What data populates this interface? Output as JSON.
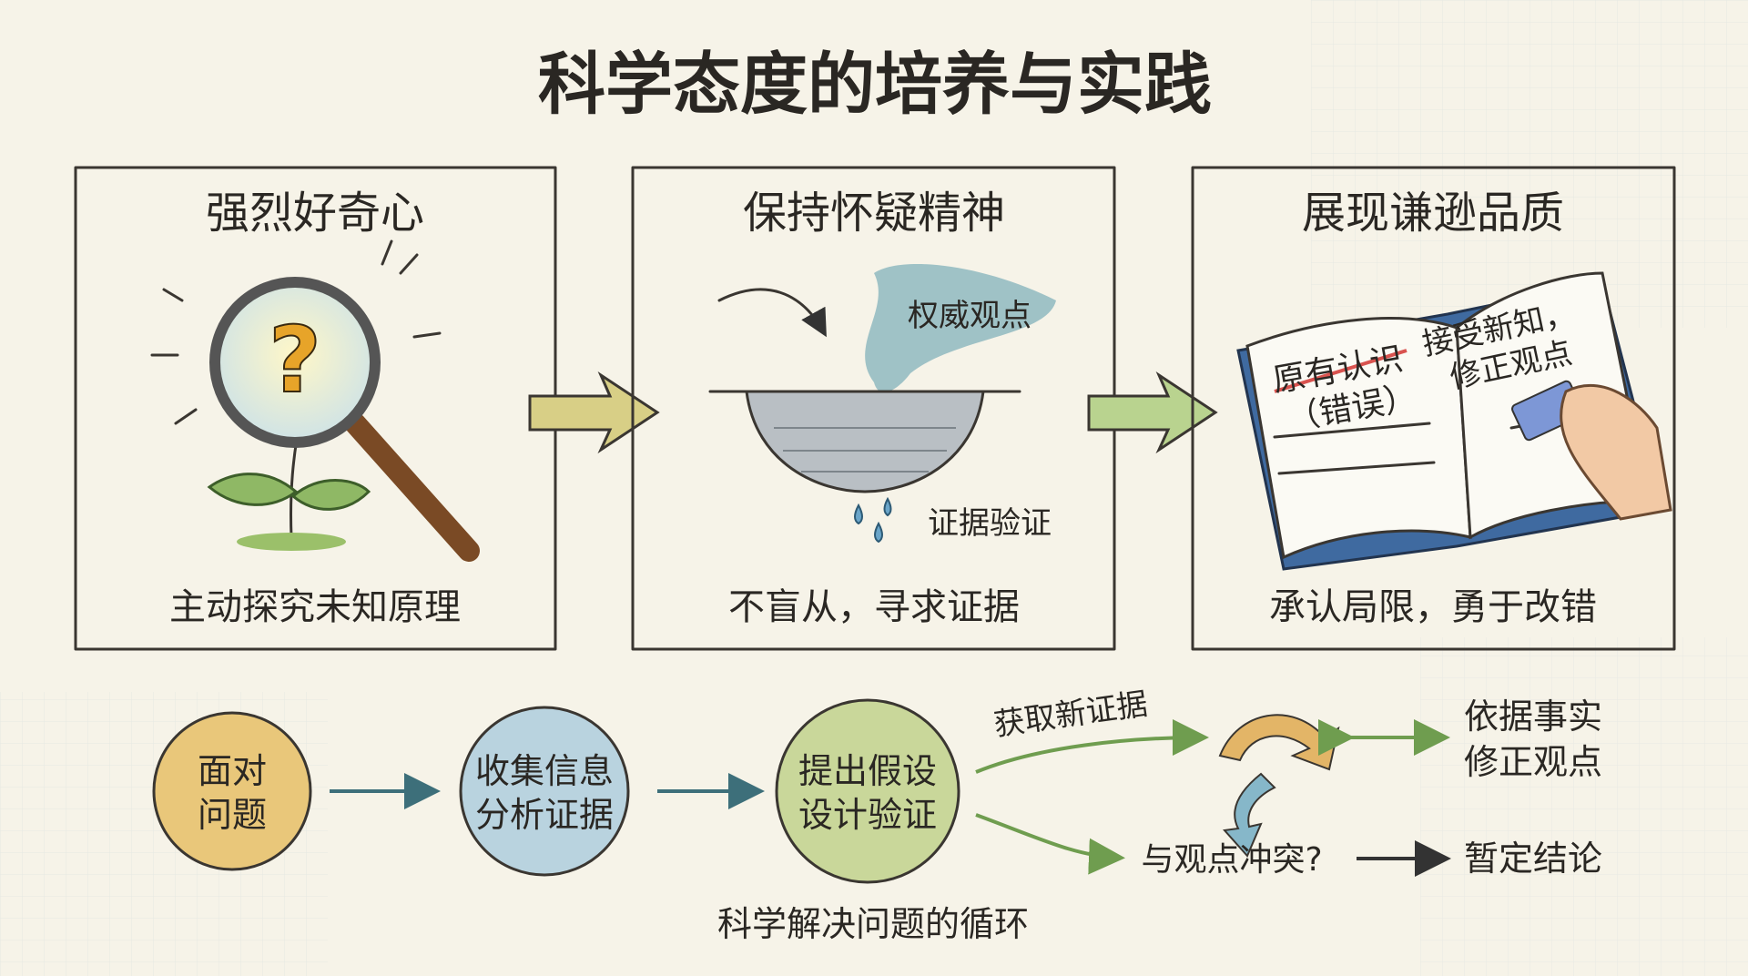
{
  "title": "科学态度的培养与实践",
  "panels": [
    {
      "title": "强烈好奇心",
      "caption": "主动探究未知原理",
      "icon": "magnifier-plant-question"
    },
    {
      "title": "保持怀疑精神",
      "caption": "不盲从，寻求证据",
      "labels": {
        "authority": "权威观点",
        "evidence": "证据验证"
      },
      "icon": "strainer"
    },
    {
      "title": "展现谦逊品质",
      "caption": "承认局限，勇于改错",
      "book": {
        "old_line1": "原有认识",
        "old_line2": "（错误）",
        "new_line1": "接受新知，",
        "new_line2": "修正观点"
      },
      "icon": "book-eraser"
    }
  ],
  "cycle": {
    "steps": [
      {
        "line1": "面对",
        "line2": "问题",
        "color": "#e9c77a"
      },
      {
        "line1": "收集信息",
        "line2": "分析证据",
        "color": "#b9d3df"
      },
      {
        "line1": "提出假设",
        "line2": "设计验证",
        "color": "#c9d79a"
      }
    ],
    "new_evidence": "获取新证据",
    "revise_line1": "依据事实",
    "revise_line2": "修正观点",
    "conflict": "与观点冲突?",
    "tentative": "暂定结论",
    "caption": "科学解决问题的循环"
  },
  "colors": {
    "background": "#f6f3e8",
    "ink": "#2a2723",
    "arrow_green": "#7fa862",
    "arrow_teal": "#5a8a9a",
    "red": "#d9534f"
  }
}
